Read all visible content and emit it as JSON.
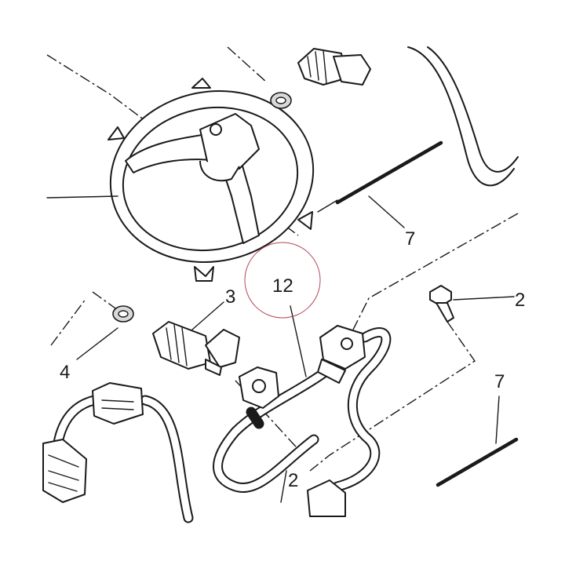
{
  "diagram": {
    "callouts": {
      "c7a": "7",
      "c12": "12",
      "c3": "3",
      "c4": "4",
      "c7b": "7",
      "c2": "2",
      "c_partial": "2"
    },
    "highlight_color": "#b0485a",
    "line_color": "#1a1a1a"
  }
}
